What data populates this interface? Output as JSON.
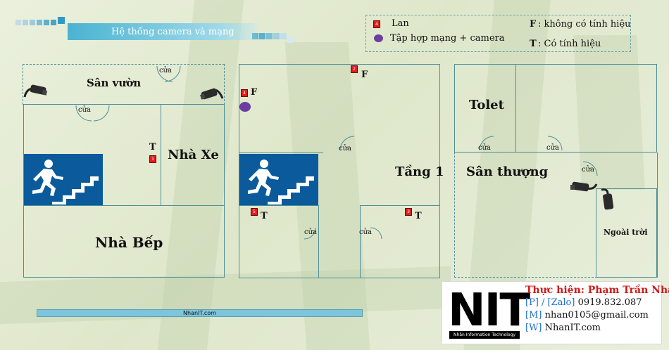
{
  "title": "Hệ thống camera và mạng",
  "legend": {
    "lan": "Lan",
    "hub": "Tập hợp mạng + camera",
    "f_key": "F",
    "f_desc": ": không có tính hiệu",
    "t_key": "T",
    "t_desc": ": Có tính hiệu"
  },
  "rooms": {
    "garden": "Sân vườn",
    "garage": "Nhà Xe",
    "kitchen": "Nhà Bếp",
    "floor1": "Tầng 1",
    "toilet": "Tolet",
    "terrace": "Sân thượng",
    "outdoor": "Ngoài trời"
  },
  "door_label": "cửa",
  "nodes": [
    {
      "num": "1",
      "signal": "T"
    },
    {
      "num": "2",
      "signal": "F"
    },
    {
      "num": "3",
      "signal": "T"
    },
    {
      "num": "4",
      "signal": "F"
    },
    {
      "num": "5",
      "signal": "T"
    }
  ],
  "legend_node_num": "4",
  "footer_site": "NhanIT.com",
  "card": {
    "logo_text": "NIT",
    "logo_sub": "Nhân Information Technology",
    "author": "Thực hiện: Phạm Trần Nhân",
    "phone_tag": "[P] / [Zalo]",
    "phone": "0919.832.087",
    "mail_tag": "[M]",
    "mail": "nhan0105@gmail.com",
    "web_tag": "[W]",
    "web": "NhanIT.com"
  },
  "colors": {
    "wall": "#4e8f96",
    "node": "#e21d1d",
    "hub": "#6a3fa0",
    "stairs": "#0b5a9c",
    "author": "#d11a1a",
    "card_tag": "#1f6fd1"
  }
}
